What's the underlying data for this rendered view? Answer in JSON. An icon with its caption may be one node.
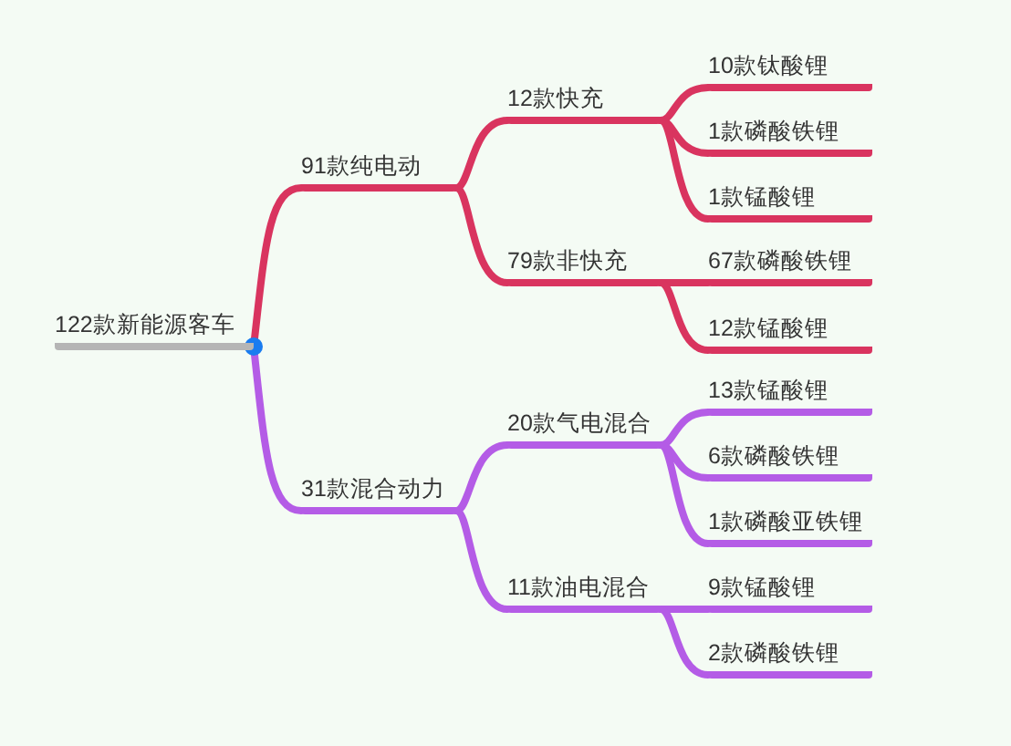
{
  "diagram": {
    "nodes": [
      {
        "text": [
          "122款新能源客车"
        ]
      },
      {
        "text": [
          "91款纯电动"
        ]
      },
      {
        "text": [
          "12款快充"
        ]
      },
      {
        "text": [
          "10款钛酸锂"
        ]
      },
      {
        "text": [
          "1款磷酸铁锂"
        ]
      },
      {
        "text": [
          "1款锰酸锂"
        ]
      },
      {
        "text": [
          "79款非快充"
        ]
      },
      {
        "text": [
          "67款磷酸铁锂"
        ]
      },
      {
        "text": [
          "12款锰酸锂"
        ]
      },
      {
        "text": [
          "31款混合动力"
        ]
      },
      {
        "text": [
          "20款气电混合"
        ]
      },
      {
        "text": [
          "13款锰酸锂"
        ]
      },
      {
        "text": [
          "6款磷酸铁锂"
        ]
      },
      {
        "text": [
          "1款磷酸亚铁锂"
        ]
      },
      {
        "text": [
          "11款油电混合"
        ]
      },
      {
        "text": [
          "9款锰酸锂"
        ]
      },
      {
        "text": [
          "2款磷酸铁锂"
        ]
      }
    ],
    "edges": [
      {
        "from": 0,
        "to": 1,
        "arrow": "none",
        "color": "#d9345f"
      },
      {
        "from": 1,
        "to": 2,
        "arrow": "none",
        "color": "#d9345f"
      },
      {
        "from": 2,
        "to": 3,
        "arrow": "none",
        "color": "#d9345f"
      },
      {
        "from": 2,
        "to": 4,
        "arrow": "none",
        "color": "#d9345f"
      },
      {
        "from": 2,
        "to": 5,
        "arrow": "none",
        "color": "#d9345f"
      },
      {
        "from": 1,
        "to": 6,
        "arrow": "none",
        "color": "#d9345f"
      },
      {
        "from": 6,
        "to": 7,
        "arrow": "none",
        "color": "#d9345f"
      },
      {
        "from": 6,
        "to": 8,
        "arrow": "none",
        "color": "#d9345f"
      },
      {
        "from": 0,
        "to": 9,
        "arrow": "none",
        "color": "#b45ce6"
      },
      {
        "from": 9,
        "to": 10,
        "arrow": "none",
        "color": "#b45ce6"
      },
      {
        "from": 10,
        "to": 11,
        "arrow": "none",
        "color": "#b45ce6"
      },
      {
        "from": 10,
        "to": 12,
        "arrow": "none",
        "color": "#b45ce6"
      },
      {
        "from": 10,
        "to": 13,
        "arrow": "none",
        "color": "#b45ce6"
      },
      {
        "from": 9,
        "to": 14,
        "arrow": "none",
        "color": "#b45ce6"
      },
      {
        "from": 14,
        "to": 15,
        "arrow": "none",
        "color": "#b45ce6"
      },
      {
        "from": 14,
        "to": 16,
        "arrow": "none",
        "color": "#b45ce6"
      }
    ]
  }
}
